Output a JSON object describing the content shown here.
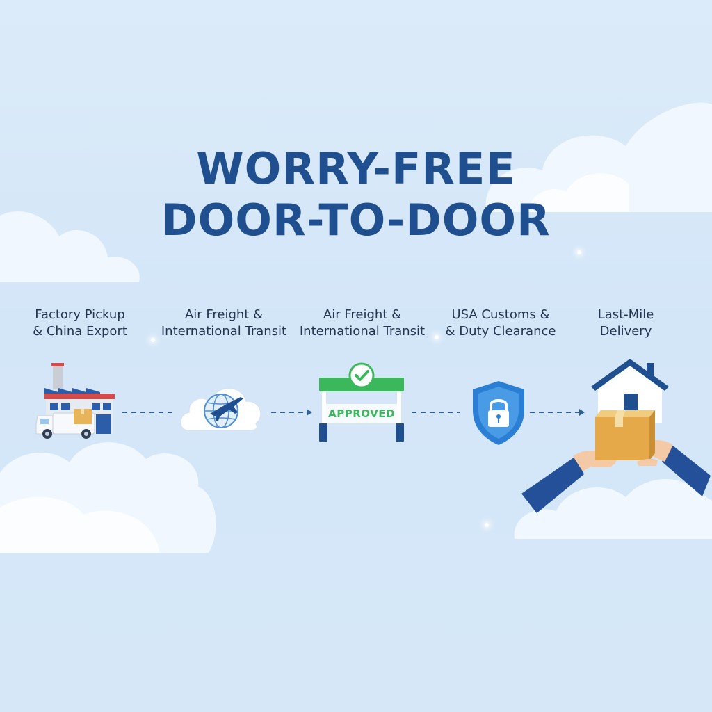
{
  "title": {
    "line1": "WORRY-FREE",
    "line2": "DOOR-TO-DOOR"
  },
  "steps": [
    {
      "line1": "Factory Pickup",
      "line2": "& China Export",
      "icon": "factory-with-truck-icon"
    },
    {
      "line1": "Air Freight &",
      "line2": "International Transit",
      "icon": "cloud-globe-airplane-icon"
    },
    {
      "line1": "Air Freight &",
      "line2": "International Transit",
      "icon": "approved-gate-icon"
    },
    {
      "line1": "USA Customs &",
      "line2": "& Duty Clearance",
      "icon": "shield-lock-icon"
    },
    {
      "line1": "Last-Mile",
      "line2": "Delivery",
      "icon": "house-package-hands-icon"
    }
  ],
  "gate": {
    "text": "APPROVED"
  },
  "colors": {
    "title": "#1f4f8e",
    "accent_green": "#3cb85c",
    "navy": "#1f4f8e",
    "shield_blue": "#2a7fd4",
    "box_tan": "#e8b45a",
    "background": "#d6e8f8"
  }
}
